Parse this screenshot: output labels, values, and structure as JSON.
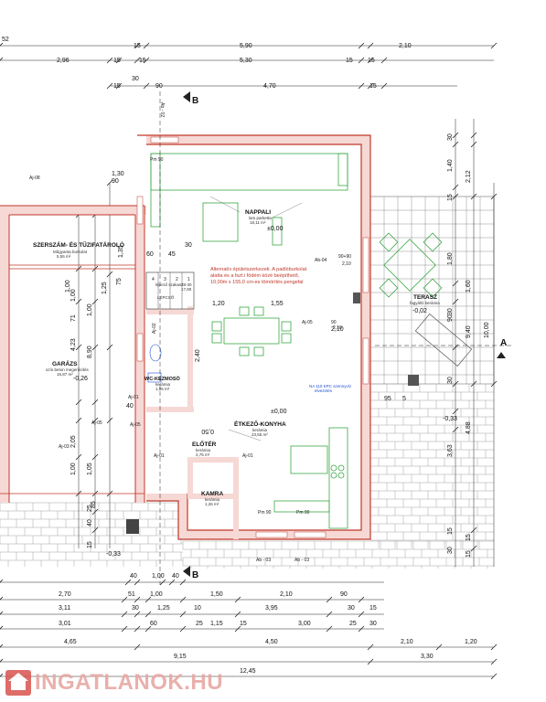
{
  "watermark": {
    "text": "INGATLANOK.HU"
  },
  "dimensions": {
    "top1": [
      "52",
      "15",
      "5,90",
      "2,10"
    ],
    "top2": [
      "2,96",
      "15",
      "15",
      "5,30",
      "15",
      "15"
    ],
    "top3": [
      "15",
      "90",
      "30",
      "4,70",
      "15"
    ],
    "bottom1": [
      "40",
      "1,00",
      "40"
    ],
    "bottom2": [
      "2,70",
      "51",
      "1,00",
      "1,50",
      "2,10",
      "90"
    ],
    "bottom3": [
      "3,11",
      "30",
      "1,25",
      "10",
      "3,95",
      "30",
      "15"
    ],
    "bottom4": [
      "3,01",
      "60",
      "25",
      "1,15",
      "15",
      "3,00",
      "25",
      "30"
    ],
    "bottom5": [
      "4,65",
      "4,50",
      "2,10",
      "1,20"
    ],
    "bottom6": [
      "9,15",
      "3,30"
    ],
    "bottom7": [
      "12,45"
    ],
    "right": [
      "30",
      "1,40",
      "15",
      "2,12",
      "1,80",
      "30",
      "1,60",
      "90",
      "9,40",
      "10,00",
      "30",
      "4,88",
      "3,63",
      "15",
      "15",
      "30",
      "15"
    ],
    "left": [
      "4,23",
      "8,90",
      "1,00",
      "71",
      "2,05",
      "1,00",
      "1,05",
      "40",
      "15",
      "25",
      "1,00"
    ],
    "misc": [
      "1,30",
      "90",
      "1,35",
      "1,25",
      "1,00",
      "60",
      "45",
      "30",
      "75",
      "85",
      "40",
      "95",
      "5",
      "1,20",
      "1,55",
      "2,40",
      "2,10",
      "0,50"
    ]
  },
  "rooms": [
    {
      "name": "NAPPALI",
      "sub": "lam.parketta",
      "area": "18,11 m²",
      "level": "±0,00"
    },
    {
      "name": "SZERSZÁM- ÉS TŰZIFATÁROLÓ",
      "sub": "Műgyanta burkolat",
      "area": "5,55 m²"
    },
    {
      "name": "GARÁZS",
      "sub": "szín.beton megerősítés",
      "area": "16,87 m²",
      "level": "-0,26"
    },
    {
      "name": "WC-KÉZMOSÓ",
      "sub": "kerámia",
      "area": "1,86 m²"
    },
    {
      "name": "ÉTKEZŐ-KONYHA",
      "sub": "kerámia",
      "area": "23,55 m²",
      "level": "±0,00"
    },
    {
      "name": "ELŐTÉR",
      "sub": "kerámia",
      "area": "2,75 m²"
    },
    {
      "name": "KAMRA",
      "sub": "kerámia",
      "area": "1,26 m²"
    },
    {
      "name": "TERASZ",
      "sub": "fagyálló kerámia",
      "level": "-0,02"
    }
  ],
  "stair": {
    "steps": [
      "4",
      "3",
      "2",
      "1"
    ],
    "label": "LÉPCSŐ",
    "note": "lépcső szakasz",
    "dims": "28-30",
    "ratio": "17,80"
  },
  "levels": {
    "outside_right": "-0,33",
    "outside_left": "-0,33"
  },
  "notes": {
    "red": [
      "Alternatív épületszerkezeti. A padlóburkolat",
      "alatta és a fszt.i födém közé beépíthető,",
      "10,00m x 155,0 cm-es tömörítés pengefal"
    ],
    "blue": [
      "NA 110 KPC szennyvíz",
      "elvezetés"
    ]
  },
  "tags": {
    "ab": [
      "Ab - 02",
      "Ab-04",
      "Ab - 03",
      "Ab - 03"
    ],
    "aj": [
      "Aj-08",
      "Aj-05",
      "Aj-05",
      "Aj-05",
      "Aj-03",
      "Aj-01",
      "Aj-02",
      "Aj-01",
      "Aj-01"
    ],
    "pm": [
      "Pm 90",
      "Pm 90",
      "Pm 90"
    ],
    "window_small": [
      "90+90",
      "2,10",
      "90",
      "2,10"
    ]
  },
  "section_marks": {
    "top": "B",
    "bottom": "B",
    "right": "A"
  }
}
